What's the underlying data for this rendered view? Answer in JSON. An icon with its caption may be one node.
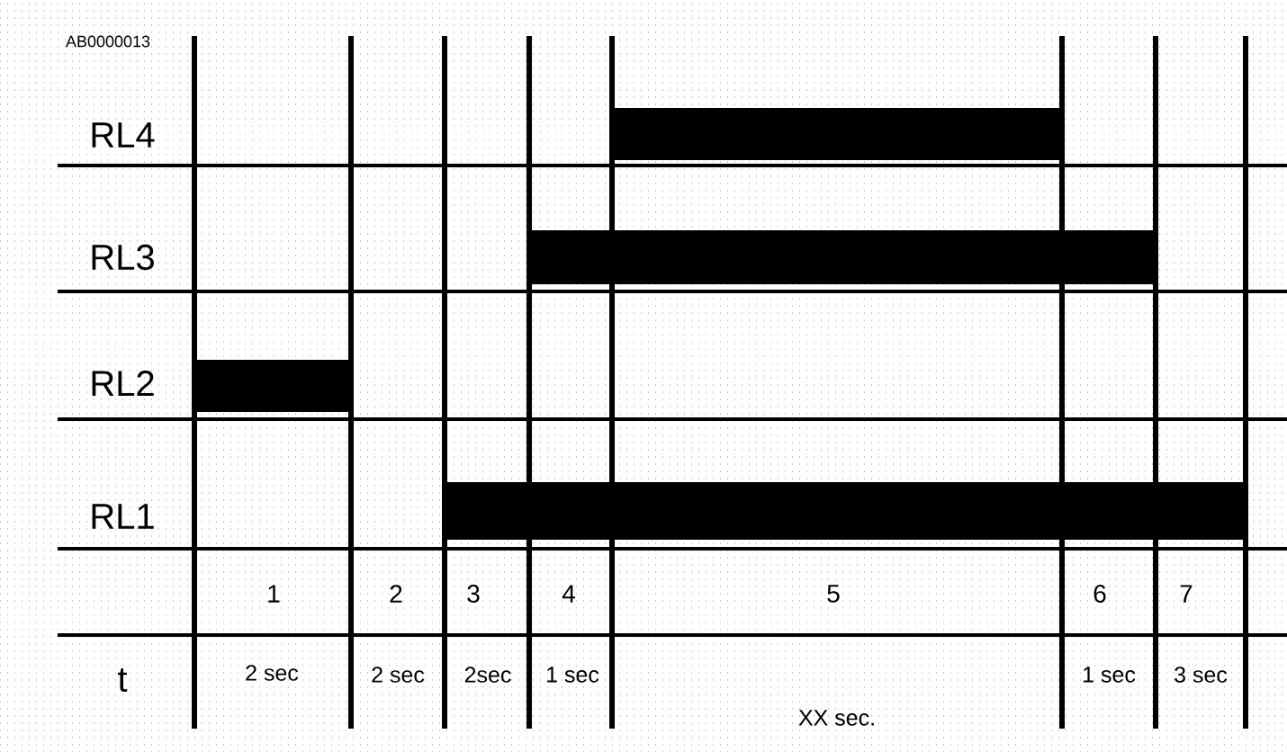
{
  "diagram": {
    "nodes": [
      {
        "text": [],
        "shape": "bar"
      },
      {
        "text": [],
        "shape": "bar"
      },
      {
        "text": [],
        "shape": "bar"
      },
      {
        "text": [],
        "shape": "bar"
      }
    ],
    "labels": [
      "AB0000013",
      "RL4",
      "RL3",
      "RL2",
      "RL1",
      "1",
      "2",
      "3",
      "4",
      "5",
      "6",
      "7",
      "t",
      "2 sec",
      "2 sec",
      "2sec",
      "1 sec",
      "1 sec",
      "3 sec",
      "XX sec."
    ]
  }
}
